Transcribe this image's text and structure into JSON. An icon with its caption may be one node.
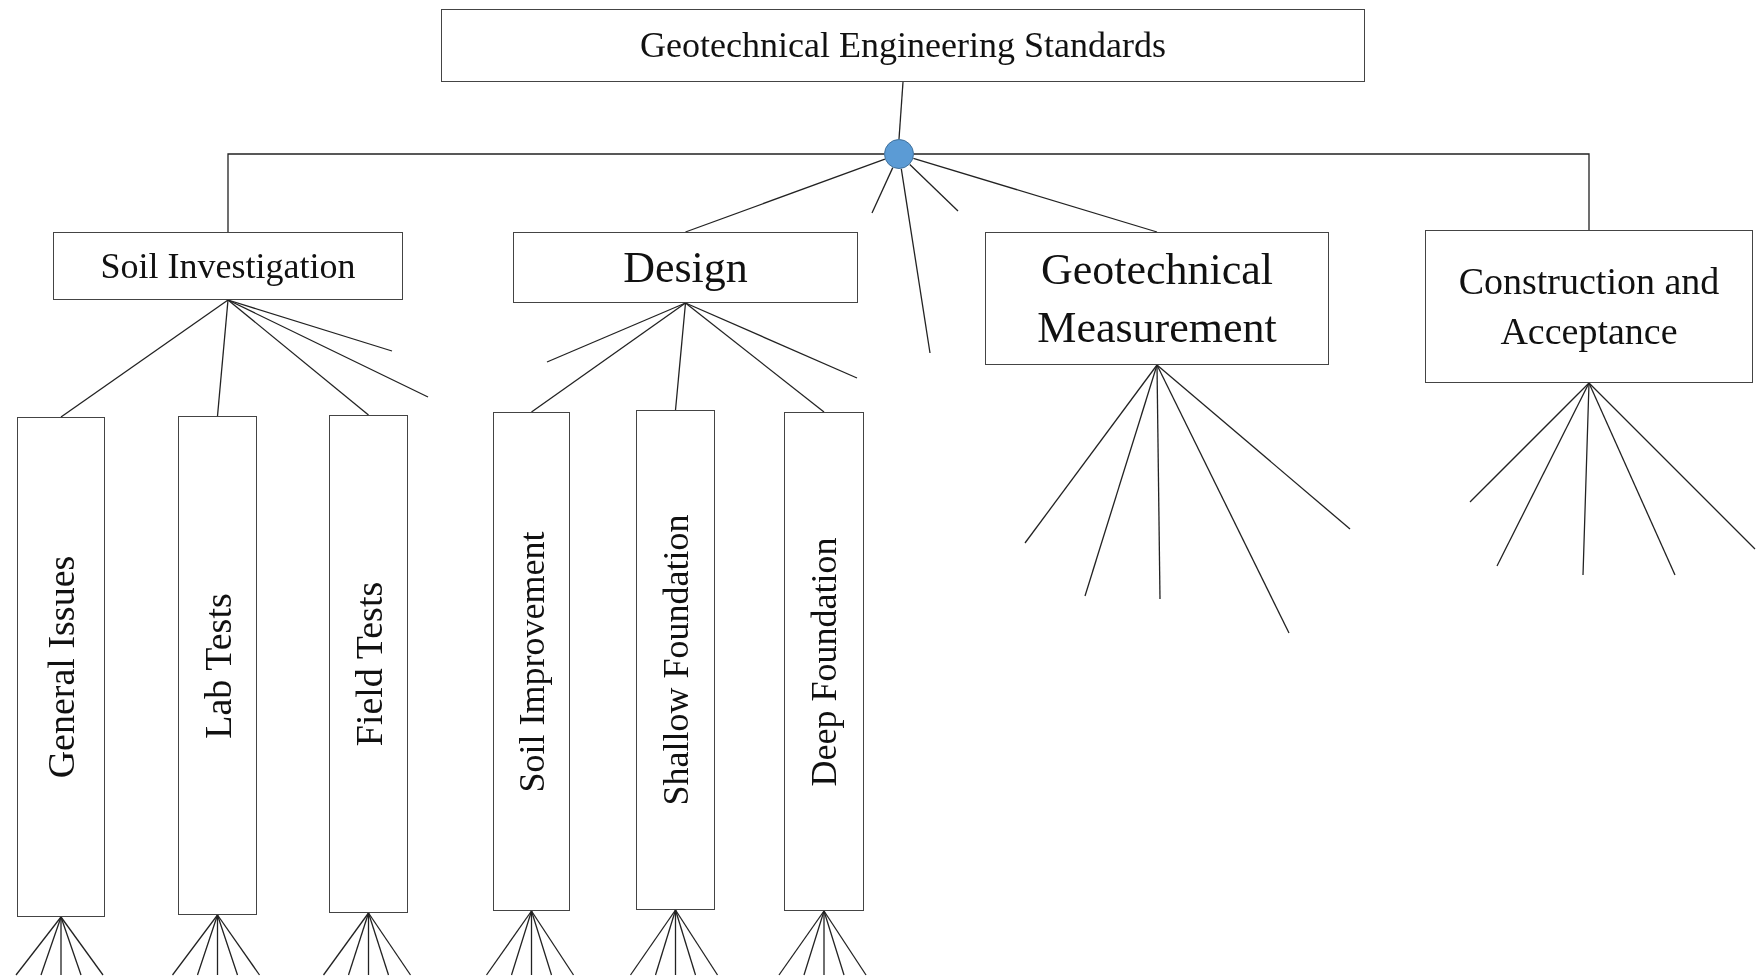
{
  "diagram": {
    "nodes": [
      {
        "text": [
          "Geotechnical Engineering Standards"
        ]
      },
      {
        "text": [],
        "shape": "circle"
      },
      {
        "text": [
          "Soil Investigation"
        ]
      },
      {
        "text": [
          "Design"
        ]
      },
      {
        "text": [
          "Geotechnical Measurement"
        ]
      },
      {
        "text": [
          "Construction and Acceptance"
        ]
      },
      {
        "text": [
          "General Issues"
        ]
      },
      {
        "text": [
          "Lab Tests"
        ]
      },
      {
        "text": [
          "Field Tests"
        ]
      },
      {
        "text": [
          "Soil Improvement"
        ]
      },
      {
        "text": [
          "Shallow Foundation"
        ]
      },
      {
        "text": [
          "Deep Foundation"
        ]
      }
    ],
    "edges": [
      {
        "from": 0,
        "to": 1,
        "arrow": "none"
      },
      {
        "from": 1,
        "to": 2,
        "arrow": "none"
      },
      {
        "from": 1,
        "to": 3,
        "arrow": "none"
      },
      {
        "from": 1,
        "to": null,
        "arrow": "none"
      },
      {
        "from": 1,
        "to": null,
        "arrow": "none"
      },
      {
        "from": 1,
        "to": null,
        "arrow": "none"
      },
      {
        "from": 1,
        "to": 4,
        "arrow": "none"
      },
      {
        "from": 1,
        "to": 5,
        "arrow": "none"
      },
      {
        "from": 2,
        "to": 6,
        "arrow": "none"
      },
      {
        "from": 2,
        "to": 7,
        "arrow": "none"
      },
      {
        "from": 2,
        "to": 8,
        "arrow": "none"
      },
      {
        "from": 2,
        "to": null,
        "arrow": "none"
      },
      {
        "from": 2,
        "to": null,
        "arrow": "none"
      },
      {
        "from": 3,
        "to": null,
        "arrow": "none"
      },
      {
        "from": 3,
        "to": 9,
        "arrow": "none"
      },
      {
        "from": 3,
        "to": 10,
        "arrow": "none"
      },
      {
        "from": 3,
        "to": 11,
        "arrow": "none"
      },
      {
        "from": 3,
        "to": null,
        "arrow": "none"
      },
      {
        "from": 4,
        "to": null,
        "arrow": "none"
      },
      {
        "from": 4,
        "to": null,
        "arrow": "none"
      },
      {
        "from": 4,
        "to": null,
        "arrow": "none"
      },
      {
        "from": 4,
        "to": null,
        "arrow": "none"
      },
      {
        "from": 4,
        "to": null,
        "arrow": "none"
      },
      {
        "from": 5,
        "to": null,
        "arrow": "none"
      },
      {
        "from": 5,
        "to": null,
        "arrow": "none"
      },
      {
        "from": 5,
        "to": null,
        "arrow": "none"
      },
      {
        "from": 5,
        "to": null,
        "arrow": "none"
      },
      {
        "from": 5,
        "to": null,
        "arrow": "none"
      },
      {
        "from": 6,
        "to": null,
        "arrow": "none"
      },
      {
        "from": 6,
        "to": null,
        "arrow": "none"
      },
      {
        "from": 6,
        "to": null,
        "arrow": "none"
      },
      {
        "from": 6,
        "to": null,
        "arrow": "none"
      },
      {
        "from": 6,
        "to": null,
        "arrow": "none"
      },
      {
        "from": 7,
        "to": null,
        "arrow": "none"
      },
      {
        "from": 7,
        "to": null,
        "arrow": "none"
      },
      {
        "from": 7,
        "to": null,
        "arrow": "none"
      },
      {
        "from": 7,
        "to": null,
        "arrow": "none"
      },
      {
        "from": 7,
        "to": null,
        "arrow": "none"
      },
      {
        "from": 8,
        "to": null,
        "arrow": "none"
      },
      {
        "from": 8,
        "to": null,
        "arrow": "none"
      },
      {
        "from": 8,
        "to": null,
        "arrow": "none"
      },
      {
        "from": 8,
        "to": null,
        "arrow": "none"
      },
      {
        "from": 8,
        "to": null,
        "arrow": "none"
      },
      {
        "from": 9,
        "to": null,
        "arrow": "none"
      },
      {
        "from": 9,
        "to": null,
        "arrow": "none"
      },
      {
        "from": 9,
        "to": null,
        "arrow": "none"
      },
      {
        "from": 9,
        "to": null,
        "arrow": "none"
      },
      {
        "from": 9,
        "to": null,
        "arrow": "none"
      },
      {
        "from": 10,
        "to": null,
        "arrow": "none"
      },
      {
        "from": 10,
        "to": null,
        "arrow": "none"
      },
      {
        "from": 10,
        "to": null,
        "arrow": "none"
      },
      {
        "from": 10,
        "to": null,
        "arrow": "none"
      },
      {
        "from": 10,
        "to": null,
        "arrow": "none"
      },
      {
        "from": 11,
        "to": null,
        "arrow": "none"
      },
      {
        "from": 11,
        "to": null,
        "arrow": "none"
      },
      {
        "from": 11,
        "to": null,
        "arrow": "none"
      },
      {
        "from": 11,
        "to": null,
        "arrow": "none"
      },
      {
        "from": 11,
        "to": null,
        "arrow": "none"
      }
    ]
  }
}
